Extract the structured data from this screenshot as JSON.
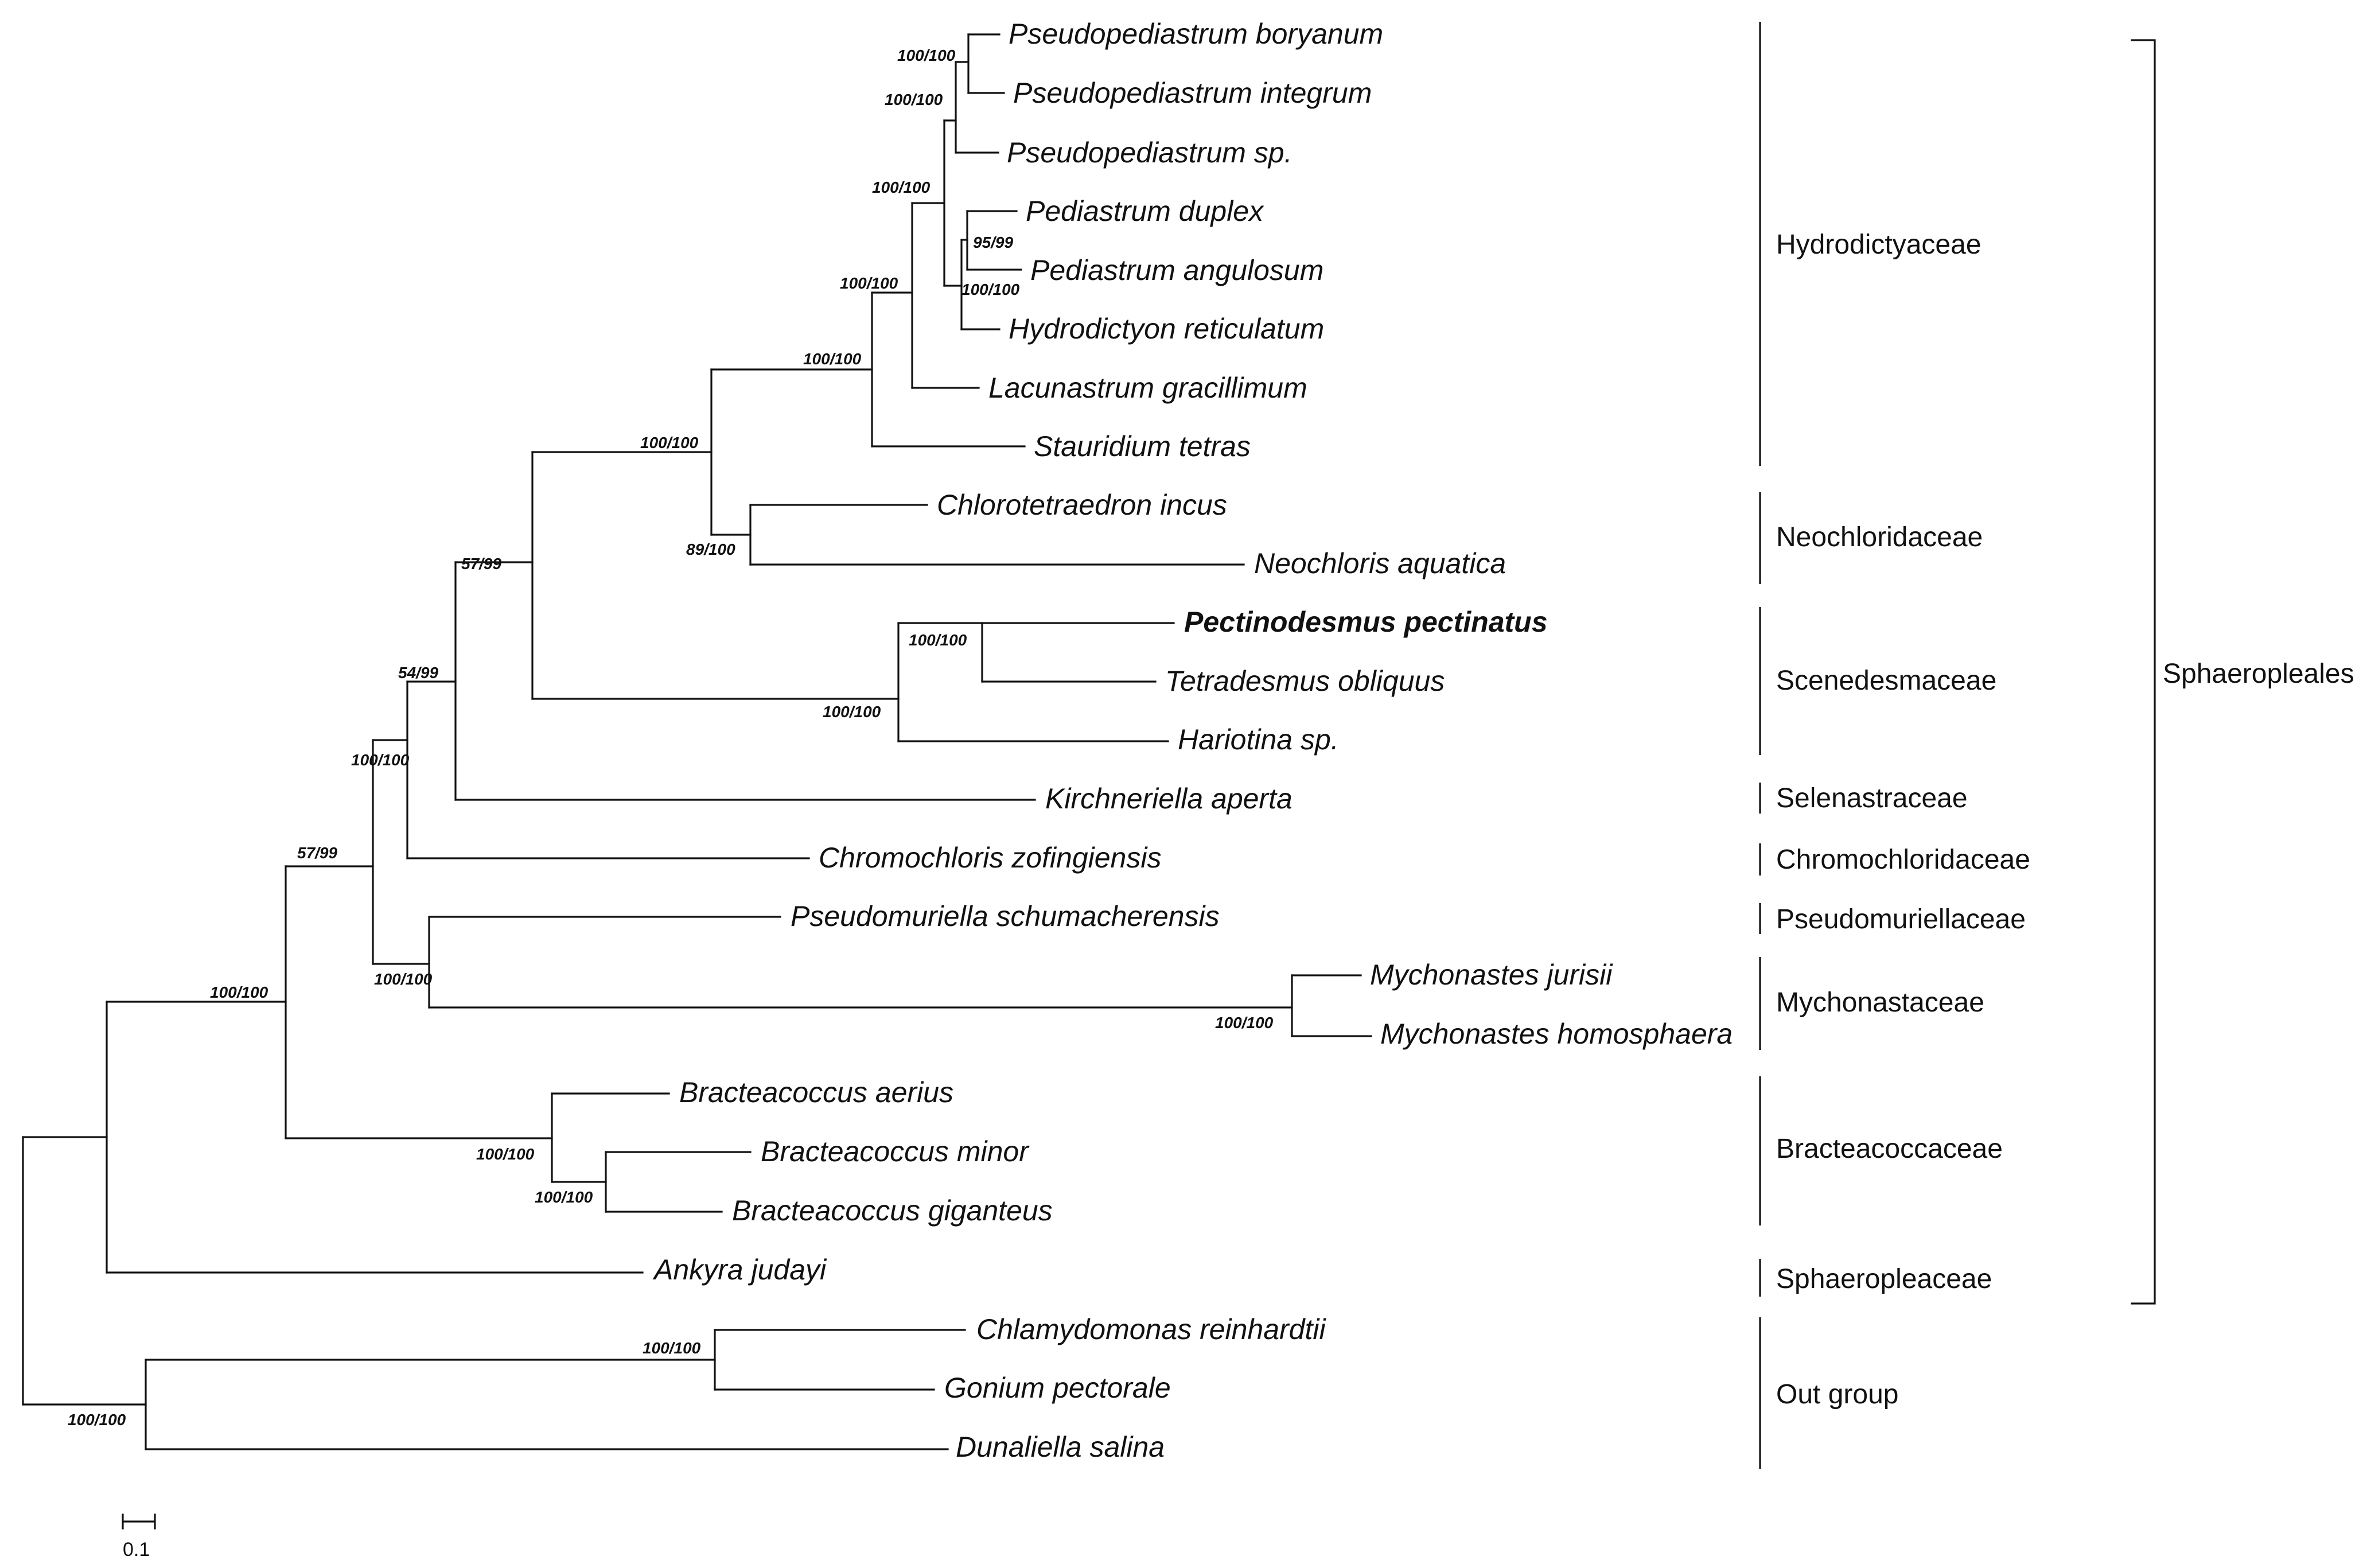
{
  "tree": {
    "taxa": [
      {
        "id": "pbor",
        "label": "Pseudopediastrum boryanum"
      },
      {
        "id": "pint",
        "label": "Pseudopediastrum integrum"
      },
      {
        "id": "psp",
        "label": "Pseudopediastrum sp."
      },
      {
        "id": "pdup",
        "label": "Pediastrum duplex"
      },
      {
        "id": "pang",
        "label": "Pediastrum angulosum"
      },
      {
        "id": "hret",
        "label": "Hydrodictyon reticulatum"
      },
      {
        "id": "lgra",
        "label": "Lacunastrum gracillimum"
      },
      {
        "id": "stet",
        "label": "Stauridium tetras"
      },
      {
        "id": "cinc",
        "label": "Chlorotetraedron incus"
      },
      {
        "id": "naq",
        "label": "Neochloris aquatica"
      },
      {
        "id": "ppec",
        "label": "Pectinodesmus pectinatus",
        "bold": true
      },
      {
        "id": "tobl",
        "label": "Tetradesmus obliquus"
      },
      {
        "id": "hsp",
        "label": "Hariotina sp."
      },
      {
        "id": "kape",
        "label": "Kirchneriella aperta"
      },
      {
        "id": "czof",
        "label": "Chromochloris zofingiensis"
      },
      {
        "id": "psch",
        "label": "Pseudomuriella schumacherensis"
      },
      {
        "id": "mjur",
        "label": "Mychonastes jurisii"
      },
      {
        "id": "mhom",
        "label": "Mychonastes homosphaera"
      },
      {
        "id": "baer",
        "label": "Bracteacoccus aerius"
      },
      {
        "id": "bmin",
        "label": "Bracteacoccus minor"
      },
      {
        "id": "bgig",
        "label": "Bracteacoccus giganteus"
      },
      {
        "id": "ajud",
        "label": "Ankyra judayi"
      },
      {
        "id": "crei",
        "label": "Chlamydomonas reinhardtii"
      },
      {
        "id": "gpec",
        "label": "Gonium pectorale"
      },
      {
        "id": "dsal",
        "label": "Dunaliella salina"
      }
    ],
    "supports": [
      "100/100",
      "100/100",
      "100/100",
      "95/99",
      "100/100",
      "100/100",
      "100/100",
      "100/100",
      "89/100",
      "100/100",
      "100/100",
      "54/99",
      "57/99",
      "100/100",
      "57/99",
      "100/100",
      "100/100",
      "100/100",
      "100/100",
      "100/100",
      "100/100",
      "100/100"
    ]
  },
  "families": [
    {
      "name": "Hydrodictyaceae"
    },
    {
      "name": "Neochloridaceae"
    },
    {
      "name": "Scenedesmaceae"
    },
    {
      "name": "Selenastraceae"
    },
    {
      "name": "Chromochloridaceae"
    },
    {
      "name": "Pseudomuriellaceae"
    },
    {
      "name": "Mychonastaceae"
    },
    {
      "name": "Bracteacoccaceae"
    },
    {
      "name": "Sphaeropleaceae"
    },
    {
      "name": "Out group"
    }
  ],
  "order": {
    "name": "Sphaeropleales"
  },
  "scale_bar": {
    "label": "0.1",
    "value": 0.1
  }
}
